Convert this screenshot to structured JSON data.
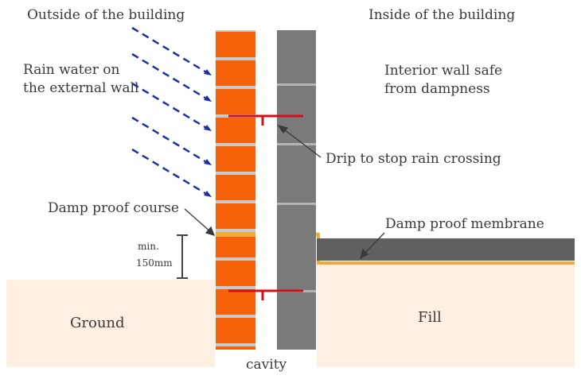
{
  "labels": {
    "outside": "Outside of the building",
    "inside": "Inside of the building",
    "rain_line1": "Rain water on",
    "rain_line2": "the external wall",
    "interior_line1": "Interior wall safe",
    "interior_line2": "from dampness",
    "drip": "Drip to stop rain crossing",
    "dpc": "Damp proof course",
    "dpm": "Damp proof membrane",
    "min": "min.",
    "min_height": "150mm",
    "ground": "Ground",
    "fill": "Fill",
    "cavity": "cavity"
  },
  "colors": {
    "brick": "#f5620a",
    "mortar": "#c8c8c8",
    "block": "#7a7a7a",
    "block_joint": "#b4b4b4",
    "damp_proof": "#f2a93b",
    "membrane_top": "#606060",
    "drip": "#d0101a",
    "rain": "#1f2fa8",
    "ground": "#fdf0e2",
    "text": "#3a3a3a"
  }
}
